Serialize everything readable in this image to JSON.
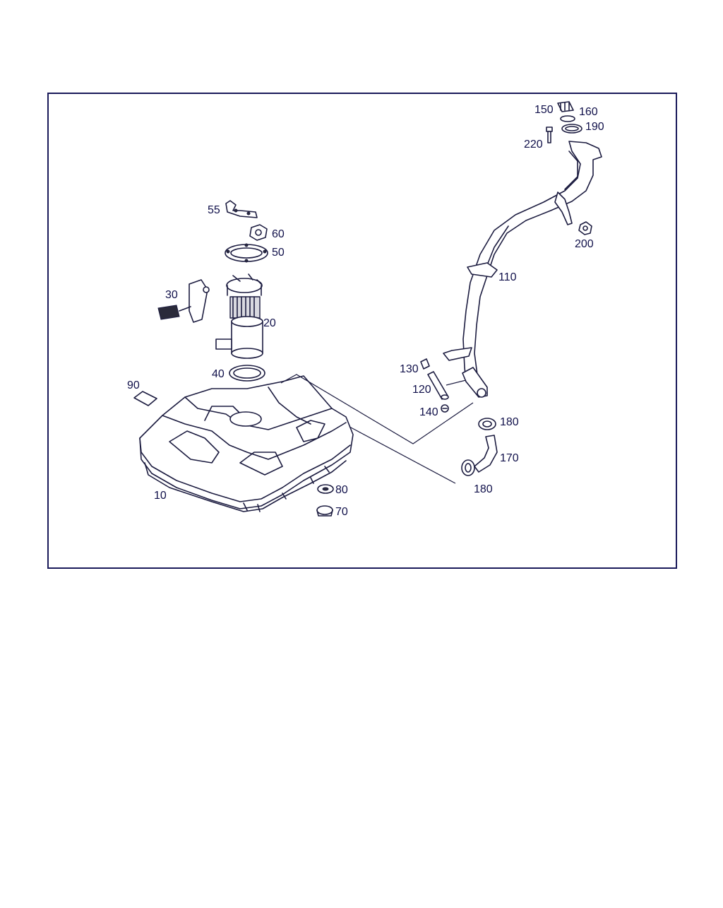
{
  "diagram": {
    "labels": {
      "p10": "10",
      "p20": "20",
      "p30": "30",
      "p40": "40",
      "p50": "50",
      "p55": "55",
      "p60": "60",
      "p70": "70",
      "p80": "80",
      "p90": "90",
      "p110": "110",
      "p120": "120",
      "p130": "130",
      "p140": "140",
      "p150": "150",
      "p160": "160",
      "p170": "170",
      "p180a": "180",
      "p180b": "180",
      "p190": "190",
      "p200": "200",
      "p220": "220"
    }
  }
}
